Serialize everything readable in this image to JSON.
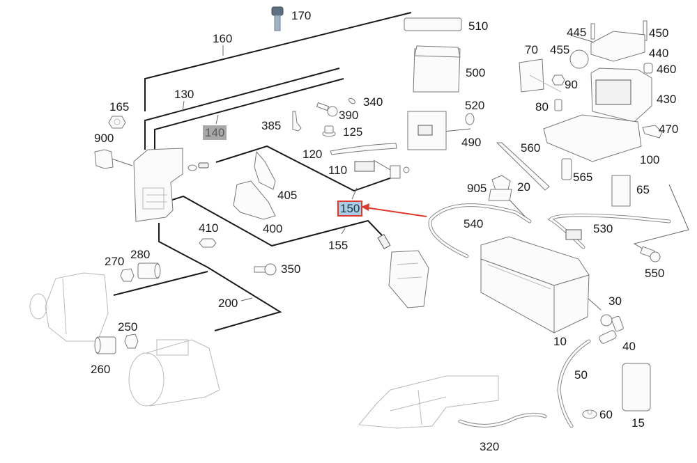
{
  "diagram": {
    "title": "Battery / starter cable parts diagram",
    "highlight_color": "#e0392b",
    "selected_fill": "#a8cde6",
    "dimmed_fill": "#a9a9a9",
    "selected_label": "150",
    "dimmed_label": "140",
    "labels": {
      "l170": "170",
      "l160": "160",
      "l130": "130",
      "l140": "140",
      "l165": "165",
      "l900": "900",
      "l385": "385",
      "l390": "390",
      "l340": "340",
      "l125": "125",
      "l120": "120",
      "l110": "110",
      "l405": "405",
      "l400": "400",
      "l150": "150",
      "l155": "155",
      "l410": "410",
      "l350": "350",
      "l270": "270",
      "l280": "280",
      "l200": "200",
      "l250": "250",
      "l260": "260",
      "l510": "510",
      "l500": "500",
      "l520": "520",
      "l490": "490",
      "l445": "445",
      "l450": "450",
      "l70": "70",
      "l455": "455",
      "l440": "440",
      "l460": "460",
      "l90": "90",
      "l80": "80",
      "l430": "430",
      "l470": "470",
      "l560": "560",
      "l100": "100",
      "l565": "565",
      "l65": "65",
      "l905": "905",
      "l20": "20",
      "l540": "540",
      "l530": "530",
      "l550": "550",
      "l30": "30",
      "l10": "10",
      "l40": "40",
      "l50": "50",
      "l60": "60",
      "l15": "15",
      "l320": "320"
    }
  }
}
